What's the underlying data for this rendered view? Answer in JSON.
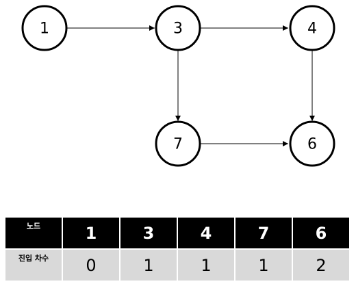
{
  "nodes": [
    {
      "id": "n1",
      "label": "1"
    },
    {
      "id": "n3",
      "label": "3"
    },
    {
      "id": "n4",
      "label": "4"
    },
    {
      "id": "n7",
      "label": "7"
    },
    {
      "id": "n6",
      "label": "6"
    }
  ],
  "edges": [
    {
      "from": "n1",
      "to": "n3"
    },
    {
      "from": "n3",
      "to": "n4"
    },
    {
      "from": "n3",
      "to": "n7"
    },
    {
      "from": "n4",
      "to": "n6"
    },
    {
      "from": "n7",
      "to": "n6"
    }
  ],
  "table": {
    "header_label": "노드",
    "row_label": "진입 차수",
    "node_labels": [
      "1",
      "3",
      "4",
      "7",
      "6"
    ],
    "indegrees": [
      "0",
      "1",
      "1",
      "1",
      "2"
    ]
  },
  "colors": {
    "header_bg": "#000000",
    "row_bg": "#d9d9d9"
  }
}
